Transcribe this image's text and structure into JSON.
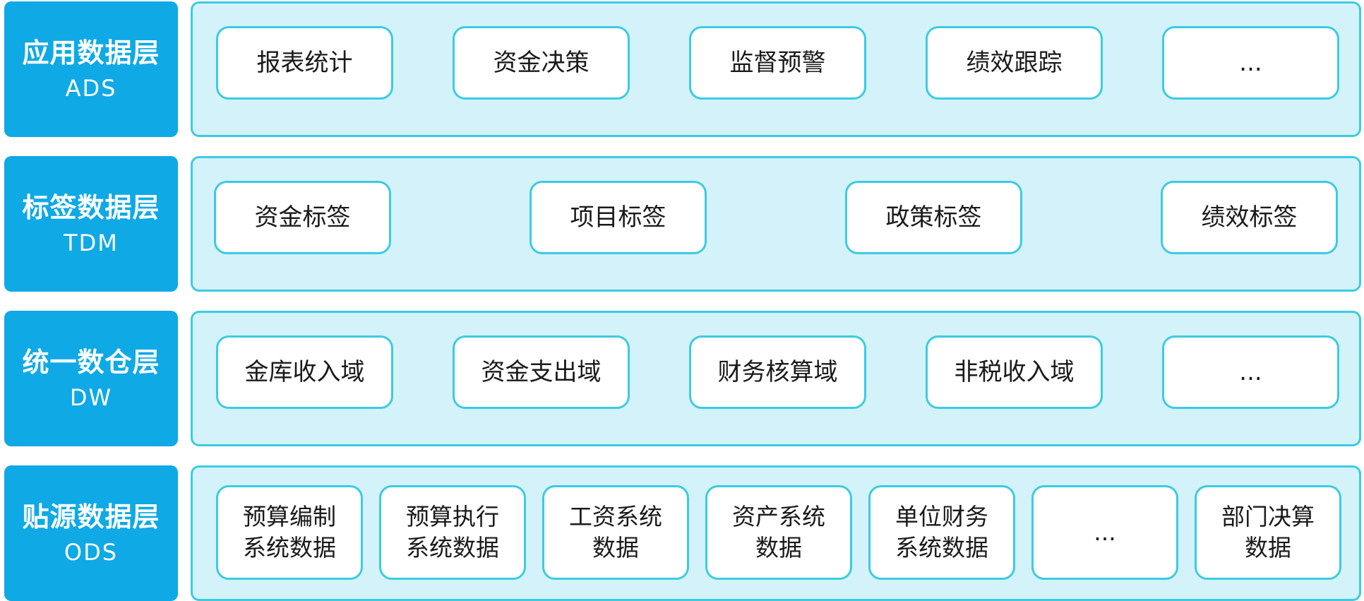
{
  "colors": {
    "label_bg": "#0fa9e6",
    "panel_bg": "#d3f2fa",
    "border": "#3ccbe3",
    "box_bg": "#ffffff",
    "text": "#1a1a1a"
  },
  "layers": [
    {
      "name": "应用数据层",
      "code": "ADS",
      "items": [
        "报表统计",
        "资金决策",
        "监督预警",
        "绩效跟踪",
        "..."
      ]
    },
    {
      "name": "标签数据层",
      "code": "TDM",
      "items": [
        "资金标签",
        "项目标签",
        "政策标签",
        "绩效标签"
      ]
    },
    {
      "name": "统一数仓层",
      "code": "DW",
      "items": [
        "金库收入域",
        "资金支出域",
        "财务核算域",
        "非税收入域",
        "..."
      ]
    },
    {
      "name": "贴源数据层",
      "code": "ODS",
      "items": [
        "预算编制\n系统数据",
        "预算执行\n系统数据",
        "工资系统\n数据",
        "资产系统\n数据",
        "单位财务\n系统数据",
        "...",
        "部门决算\n数据"
      ]
    }
  ]
}
